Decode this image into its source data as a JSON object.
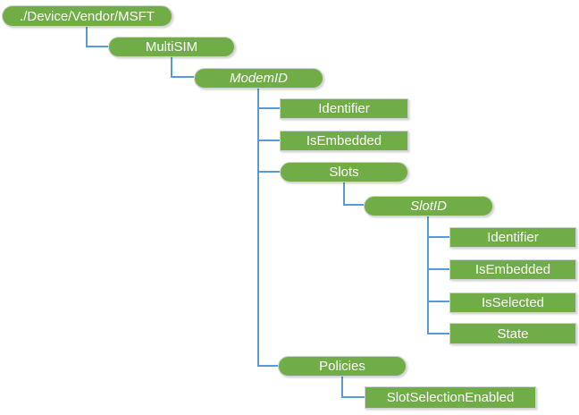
{
  "colors": {
    "node_fill": "#70AD47",
    "node_text": "#FFFFFF",
    "node_border": "#D2D2D2",
    "connector": "#5B9BD5"
  },
  "nodes": {
    "root": {
      "label": "./Device/Vendor/MSFT",
      "shape": "pill",
      "italic": false,
      "parent": null
    },
    "multisim": {
      "label": "MultiSIM",
      "shape": "pill",
      "italic": false,
      "parent": "root"
    },
    "modemid": {
      "label": "ModemID",
      "shape": "pill",
      "italic": true,
      "parent": "multisim"
    },
    "modem_identifier": {
      "label": "Identifier",
      "shape": "rect",
      "italic": false,
      "parent": "modemid"
    },
    "modem_isembedded": {
      "label": "IsEmbedded",
      "shape": "rect",
      "italic": false,
      "parent": "modemid"
    },
    "slots": {
      "label": "Slots",
      "shape": "pill",
      "italic": false,
      "parent": "modemid"
    },
    "slotid": {
      "label": "SlotID",
      "shape": "pill",
      "italic": true,
      "parent": "slots"
    },
    "slot_identifier": {
      "label": "Identifier",
      "shape": "rect",
      "italic": false,
      "parent": "slotid"
    },
    "slot_isembedded": {
      "label": "IsEmbedded",
      "shape": "rect",
      "italic": false,
      "parent": "slotid"
    },
    "slot_isselected": {
      "label": "IsSelected",
      "shape": "rect",
      "italic": false,
      "parent": "slotid"
    },
    "slot_state": {
      "label": "State",
      "shape": "rect",
      "italic": false,
      "parent": "slotid"
    },
    "policies": {
      "label": "Policies",
      "shape": "pill",
      "italic": false,
      "parent": "modemid"
    },
    "slotselectionenabled": {
      "label": "SlotSelectionEnabled",
      "shape": "rect",
      "italic": false,
      "parent": "policies"
    }
  }
}
